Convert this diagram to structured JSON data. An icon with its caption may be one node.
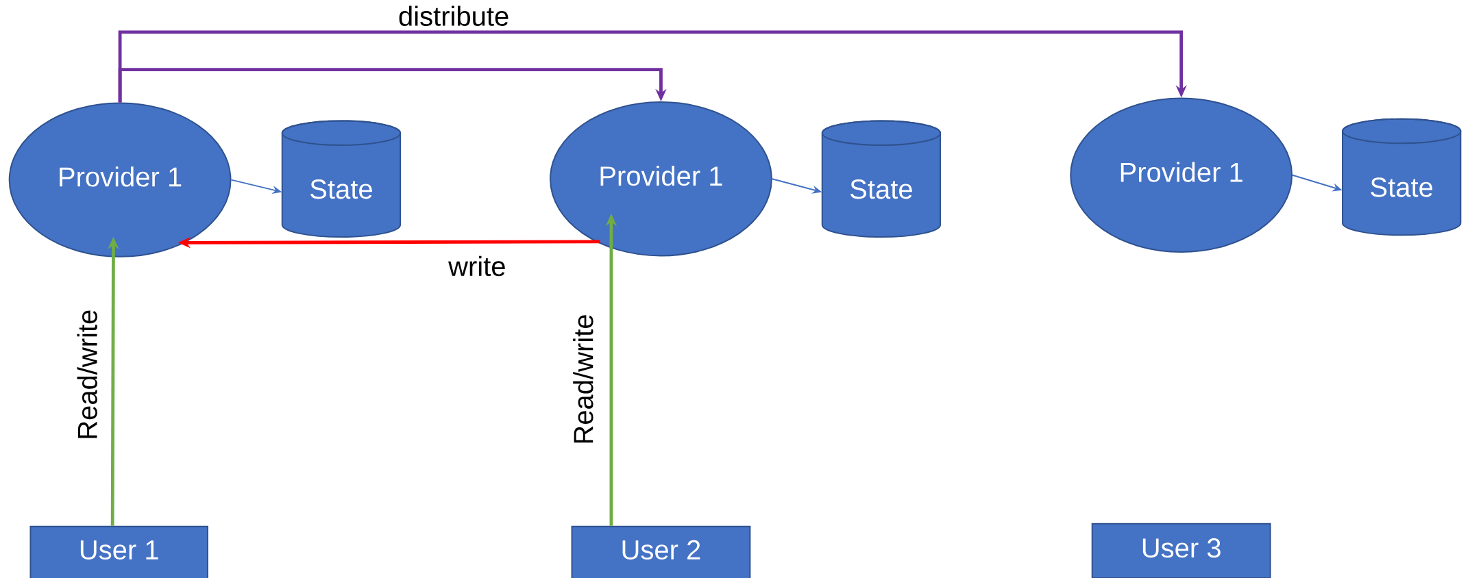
{
  "diagram": {
    "nodes": [
      {
        "text": [
          "Provider 1"
        ]
      },
      {
        "text": [
          "State"
        ]
      },
      {
        "text": [
          "Provider 1"
        ]
      },
      {
        "text": [
          "State"
        ]
      },
      {
        "text": [
          "Provider 1"
        ]
      },
      {
        "text": [
          "State"
        ]
      },
      {
        "text": [
          "User 1"
        ]
      },
      {
        "text": [
          "User 2"
        ]
      },
      {
        "text": [
          "User 3"
        ]
      }
    ],
    "edges": [
      {
        "from": 0,
        "to": 1,
        "arrow": "to"
      },
      {
        "from": 2,
        "to": 3,
        "arrow": "to"
      },
      {
        "from": 4,
        "to": 5,
        "arrow": "to"
      },
      {
        "from": 6,
        "to": 0,
        "arrow": "to",
        "label": "Read/write",
        "color": "#70ad47"
      },
      {
        "from": 7,
        "to": 2,
        "arrow": "to",
        "label": "Read/write",
        "color": "#70ad47"
      },
      {
        "from": 2,
        "to": 0,
        "arrow": "to",
        "label": "write",
        "color": "#ff0000"
      },
      {
        "from": 0,
        "to": 2,
        "arrow": "to",
        "color": "#7030a0"
      },
      {
        "from": 0,
        "to": 4,
        "arrow": "to",
        "label": "distribute",
        "color": "#7030a0"
      }
    ]
  }
}
